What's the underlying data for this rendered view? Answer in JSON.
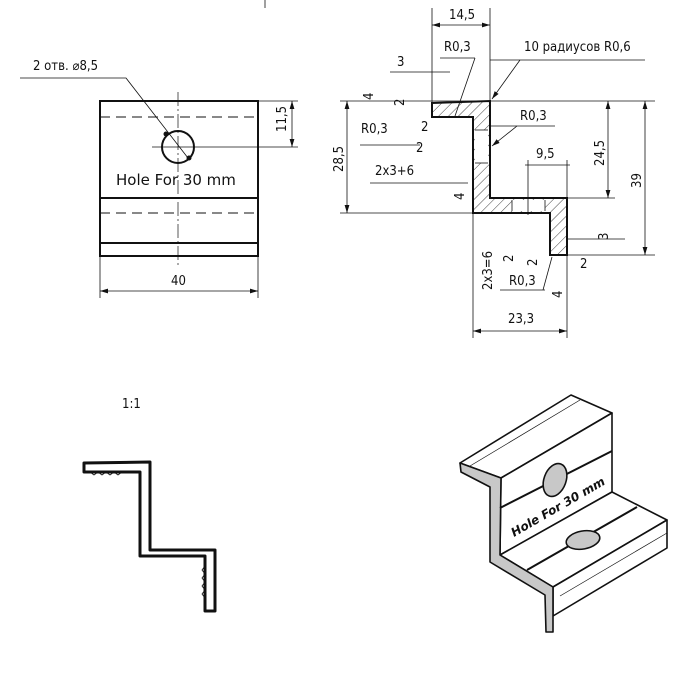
{
  "front_view": {
    "hole_note": "2 отв. ⌀8,5",
    "label": "Hole For 30 mm",
    "dim_width": "40",
    "dim_hole_offset": "11,5"
  },
  "section_view": {
    "dim_top_width": "14,5",
    "r_top": "R0,3",
    "radii_note": "10 радиусов R0,6",
    "dim_3": "3",
    "dim_4": "4",
    "dim_2a": "2",
    "r_left": "R0,3",
    "dim_2b": "2",
    "dim_2c": "2",
    "pitch_top": "2x3+6",
    "dim_4b": "4",
    "r_mid": "R0,3",
    "dim_28_5": "28,5",
    "dim_24_5": "24,5",
    "dim_39": "39",
    "dim_9_5": "9,5",
    "dim_3b": "3",
    "dim_2d": "2",
    "dim_2e": "2",
    "dim_2f": "2",
    "pitch_bottom": "2x3=6",
    "r_bottom": "R0,3",
    "dim_4c": "4",
    "dim_23_3": "23,3"
  },
  "profile_view": {
    "scale": "1:1"
  },
  "iso_view": {
    "label": "Hole For 30 mm",
    "fill_color": "#c8c8c8"
  }
}
